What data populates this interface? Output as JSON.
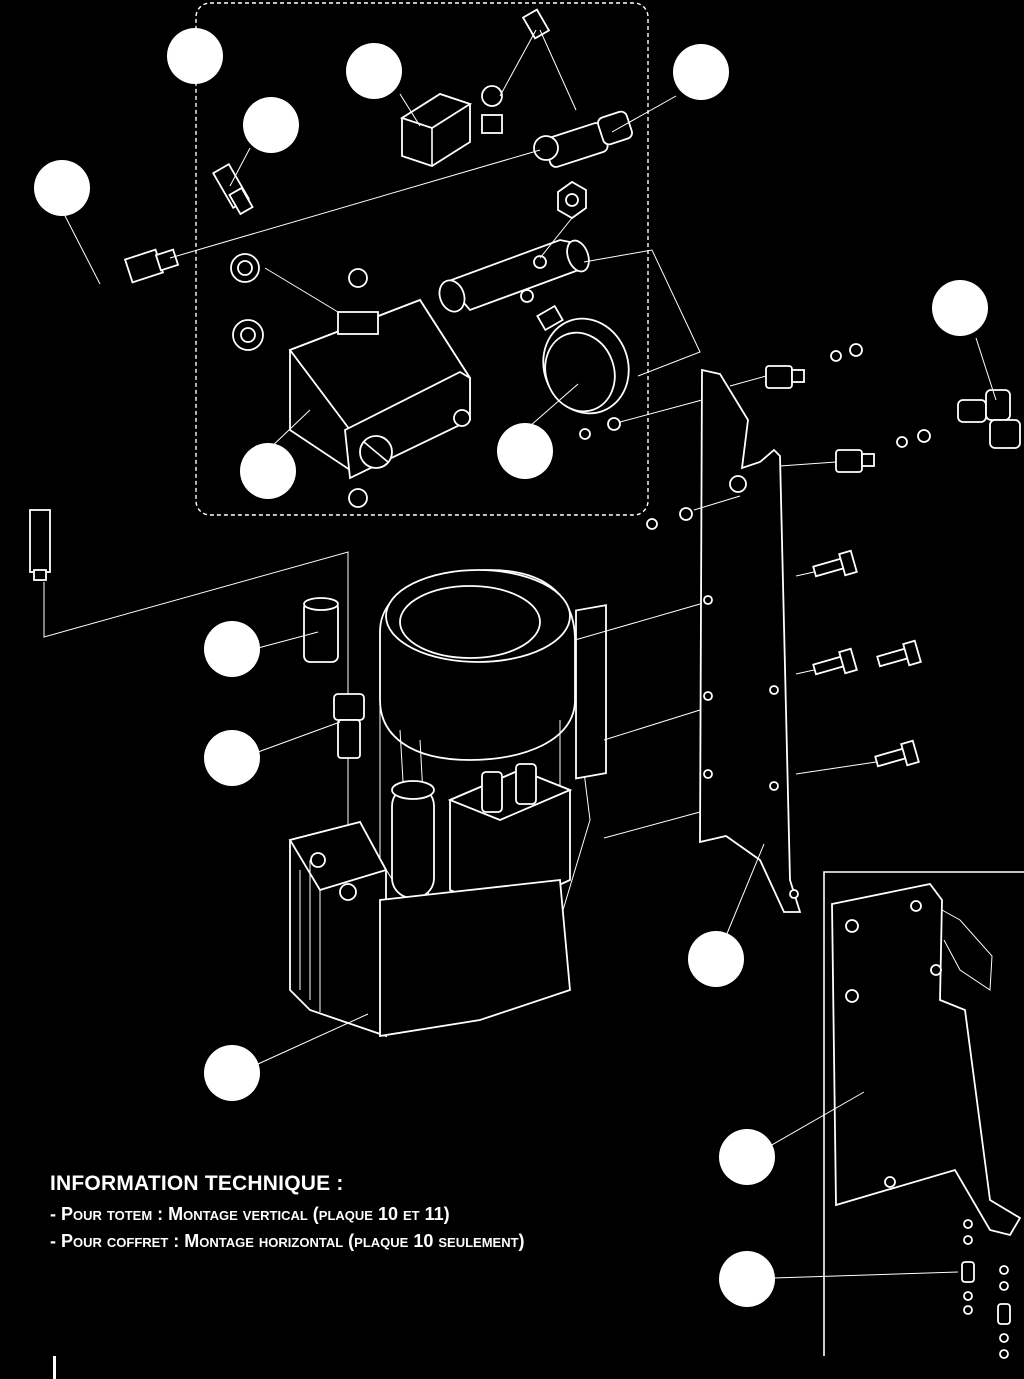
{
  "info": {
    "title": "INFORMATION TECHNIQUE :",
    "line1": "- Pour totem : Montage vertical (plaque 10 et 11)",
    "line2": "- Pour coffret : Montage horizontal (plaque 10 seulement)"
  },
  "callouts": [
    {
      "id": "callout-a"
    },
    {
      "id": "callout-b"
    },
    {
      "id": "callout-c"
    }
  ]
}
